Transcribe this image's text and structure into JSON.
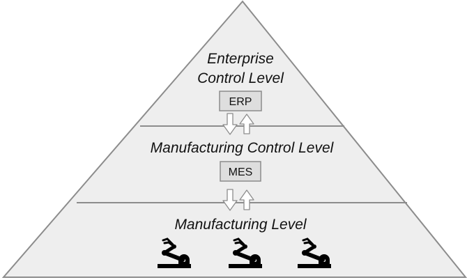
{
  "diagram": {
    "levels": [
      {
        "title_lines": [
          "Enterprise",
          "Control Level"
        ],
        "system": "ERP"
      },
      {
        "title_lines": [
          "Manufacturing Control Level"
        ],
        "system": "MES"
      },
      {
        "title_lines": [
          "Manufacturing Level"
        ],
        "system": ""
      }
    ],
    "robot_arm_count": 3,
    "colors": {
      "fill": "#eeeeee",
      "stroke": "#8c8c8c",
      "box_fill": "#dedede",
      "arrow_fill": "#ffffff",
      "icon": "#000000"
    },
    "icons": [
      "double-arrow-icon",
      "robot-arm-icon"
    ]
  }
}
